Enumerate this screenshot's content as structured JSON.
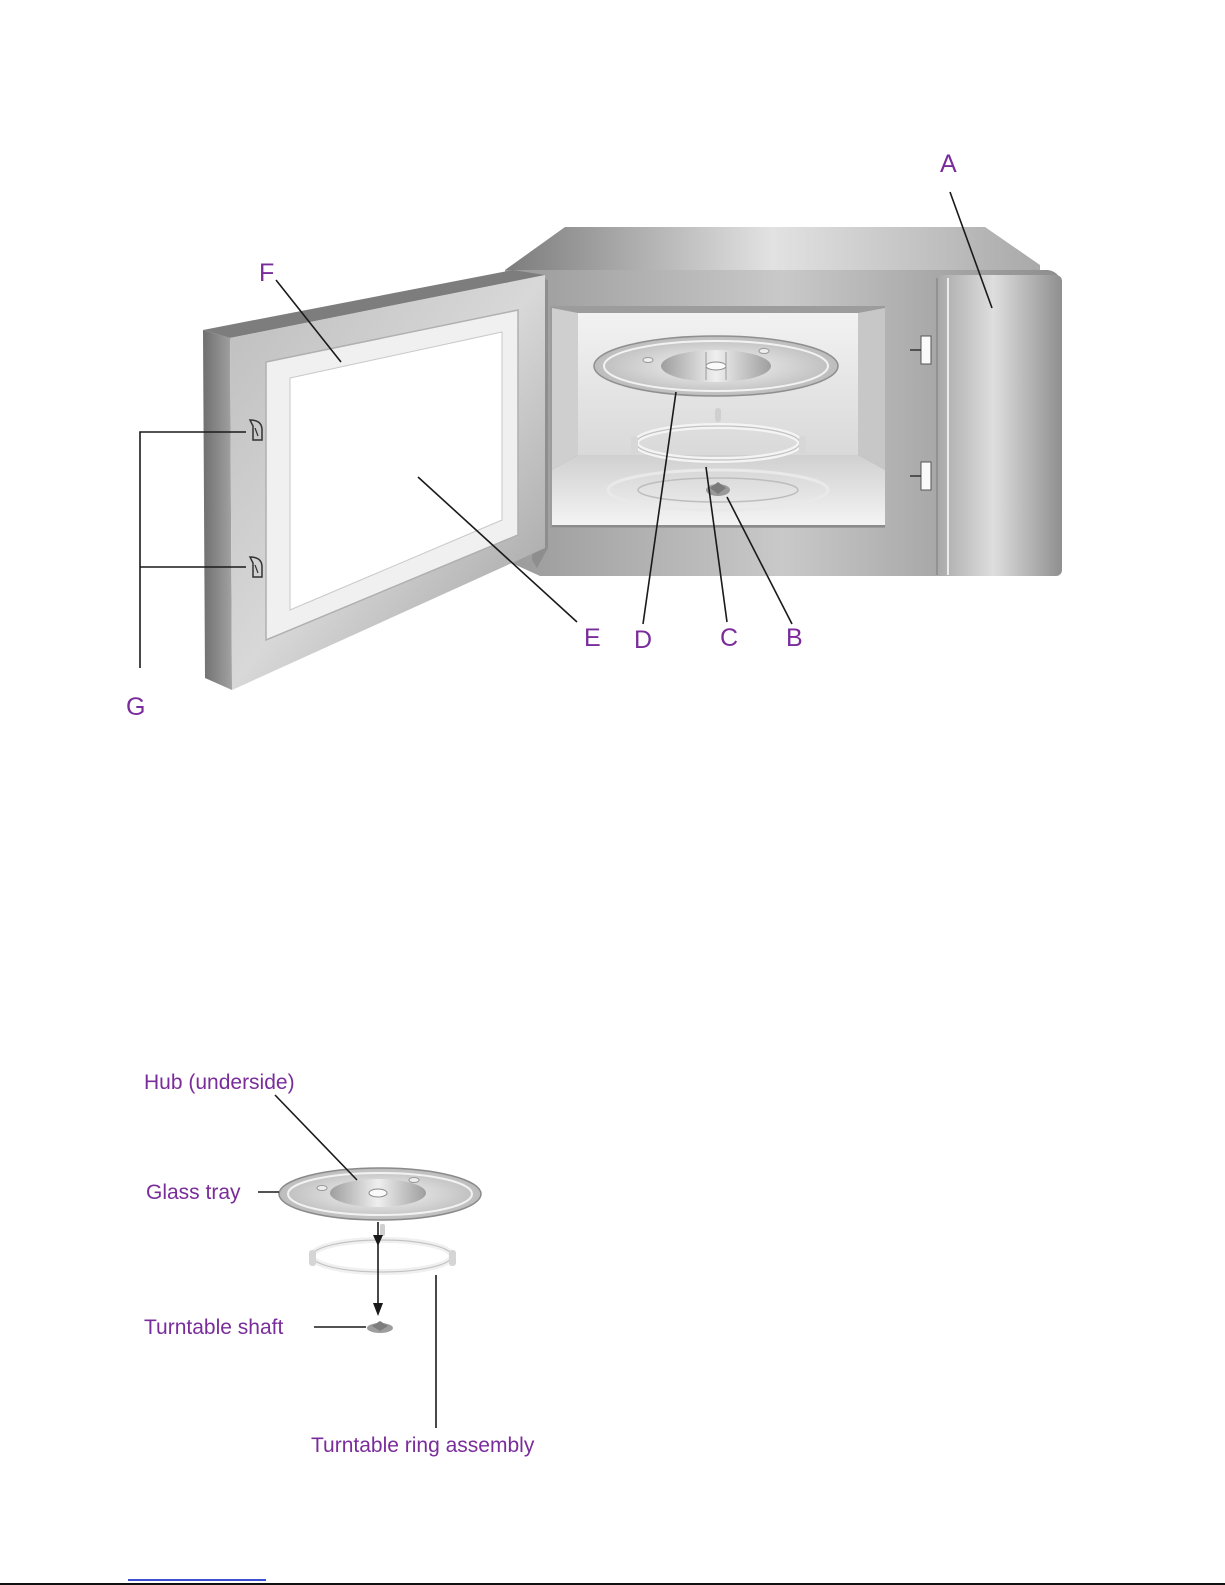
{
  "diagram": {
    "callouts": {
      "a": "A",
      "b": "B",
      "c": "C",
      "d": "D",
      "e": "E",
      "f": "F",
      "g": "G"
    }
  },
  "turntable": {
    "labels": {
      "hub": "Hub (underside)",
      "glass_tray": "Glass tray",
      "shaft": "Turntable shaft",
      "ring": "Turntable ring assembly"
    }
  },
  "colors": {
    "label": "#7a2c9a",
    "leader": "#1a1a1a",
    "metal": "#b5b5b5"
  }
}
